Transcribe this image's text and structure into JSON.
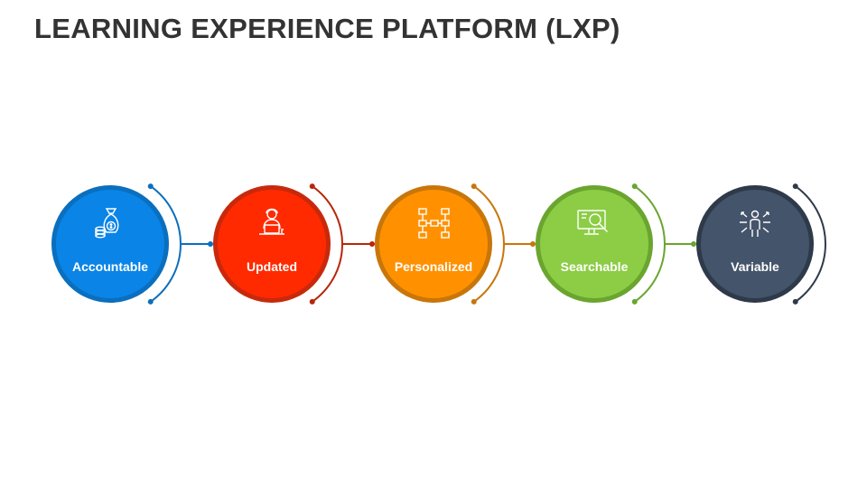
{
  "title": "LEARNING EXPERIENCE PLATFORM (LXP)",
  "steps": [
    {
      "label": "Accountable",
      "icon": "money-bag-icon",
      "color": "#0a84e6",
      "ring": "#0a6fbe",
      "arc": "#0a6fbe"
    },
    {
      "label": "Updated",
      "icon": "person-laptop-icon",
      "color": "#ff2a00",
      "ring": "#c8290c",
      "arc": "#b8250a"
    },
    {
      "label": "Personalized",
      "icon": "flowchart-icon",
      "color": "#ff9100",
      "ring": "#c8760a",
      "arc": "#c8760a"
    },
    {
      "label": "Searchable",
      "icon": "monitor-search-icon",
      "color": "#8ccd45",
      "ring": "#6aa52f",
      "arc": "#6aa52f"
    },
    {
      "label": "Variable",
      "icon": "person-arrows-icon",
      "color": "#44546a",
      "ring": "#2e3a4a",
      "arc": "#2e3a4a"
    }
  ]
}
